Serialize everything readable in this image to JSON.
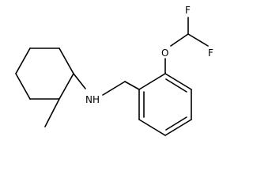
{
  "structure": {
    "atom_labels": {
      "amine": "NH",
      "ether_oxygen": "O",
      "fluorine_right": "F",
      "fluorine_top": "F"
    }
  }
}
